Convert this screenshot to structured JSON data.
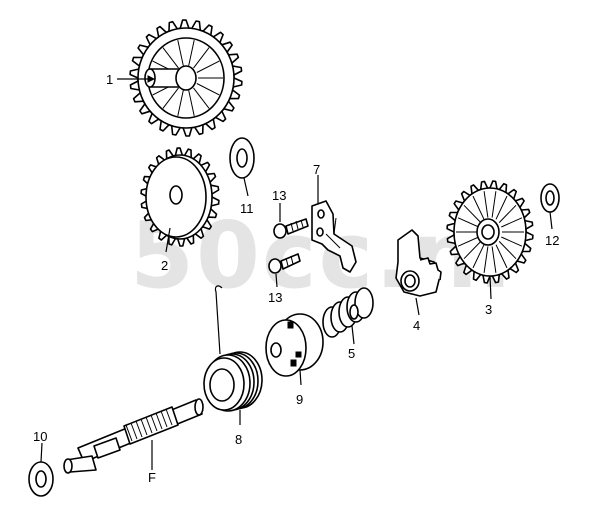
{
  "watermark": "50cc.nl",
  "callouts": {
    "p1": "1",
    "p2": "2",
    "p3": "3",
    "p4": "4",
    "p5": "5",
    "p7": "7",
    "p8": "8",
    "p9": "9",
    "p10": "10",
    "p11": "11",
    "p12": "12",
    "p13a": "13",
    "p13b": "13",
    "pF": "F"
  }
}
